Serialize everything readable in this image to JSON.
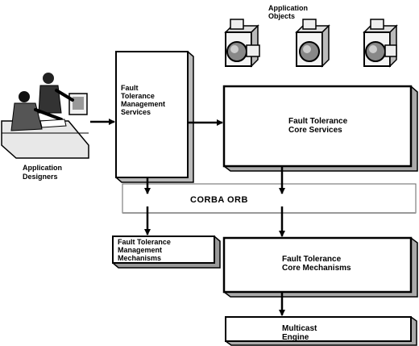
{
  "diagram": {
    "app_objects_label": [
      "Application",
      "Objects"
    ],
    "designers_label": [
      "Application",
      "Designers"
    ],
    "ft_management_services": [
      "Fault",
      "Tolerance",
      "Management",
      "Services"
    ],
    "ft_core_services": [
      "Fault Tolerance",
      "Core Services"
    ],
    "corba_orb": "CORBA ORB",
    "ft_management_mechanisms": [
      "Fault Tolerance",
      "Management",
      "Mechanisms"
    ],
    "ft_core_mechanisms": [
      "Fault Tolerance",
      "Core Mechanisms"
    ],
    "multicast_engine": [
      "Multicast",
      "Engine"
    ]
  }
}
